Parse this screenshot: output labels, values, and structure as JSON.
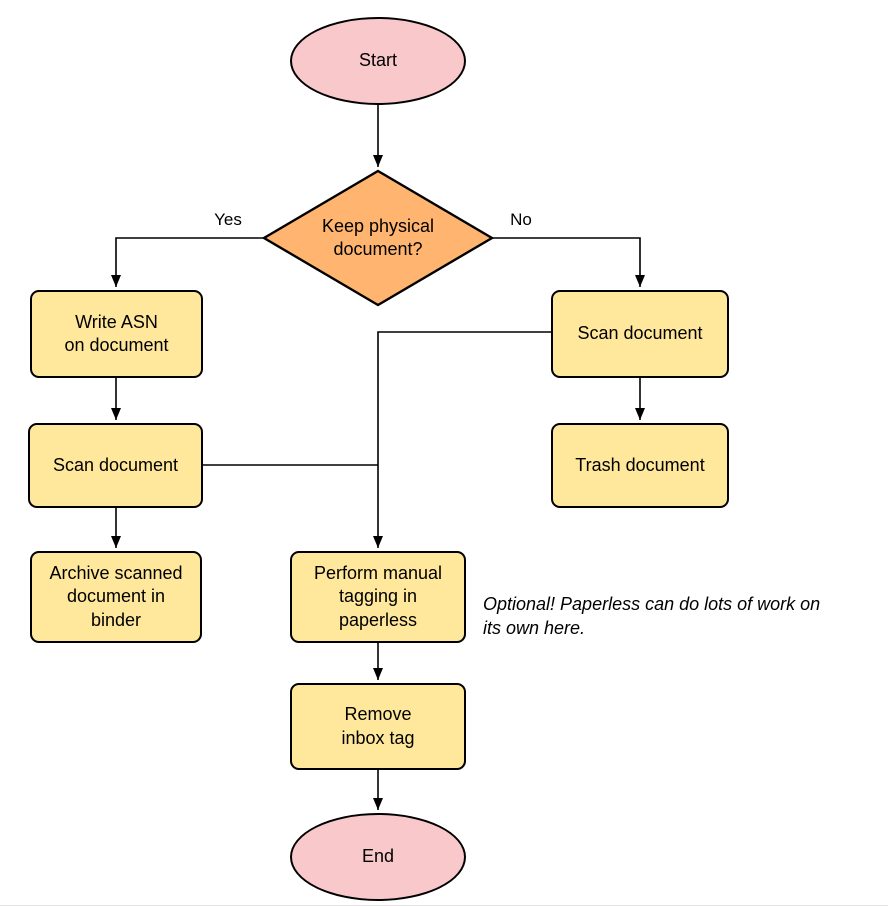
{
  "diagram": {
    "nodes": {
      "start": {
        "label": "Start",
        "type": "terminal"
      },
      "decision_keep": {
        "label": "Keep physical\ndocument?",
        "type": "decision"
      },
      "write_asn": {
        "label": "Write ASN\non document",
        "type": "process"
      },
      "scan_left": {
        "label": "Scan document",
        "type": "process"
      },
      "archive": {
        "label": "Archive scanned\ndocument in\nbinder",
        "type": "process"
      },
      "scan_right": {
        "label": "Scan document",
        "type": "process"
      },
      "trash": {
        "label": "Trash document",
        "type": "process"
      },
      "tagging": {
        "label": "Perform manual\ntagging in\npaperless",
        "type": "process"
      },
      "remove_inbox": {
        "label": "Remove\ninbox tag",
        "type": "process"
      },
      "end": {
        "label": "End",
        "type": "terminal"
      }
    },
    "edge_labels": {
      "yes": "Yes",
      "no": "No"
    },
    "annotation": "Optional! Paperless can do lots of work on\nits own here.",
    "colors": {
      "terminal_fill": "#f8c8cb",
      "decision_fill": "#ffb570",
      "process_fill": "#ffe79b",
      "stroke": "#000000",
      "background": "#ffffff"
    }
  }
}
